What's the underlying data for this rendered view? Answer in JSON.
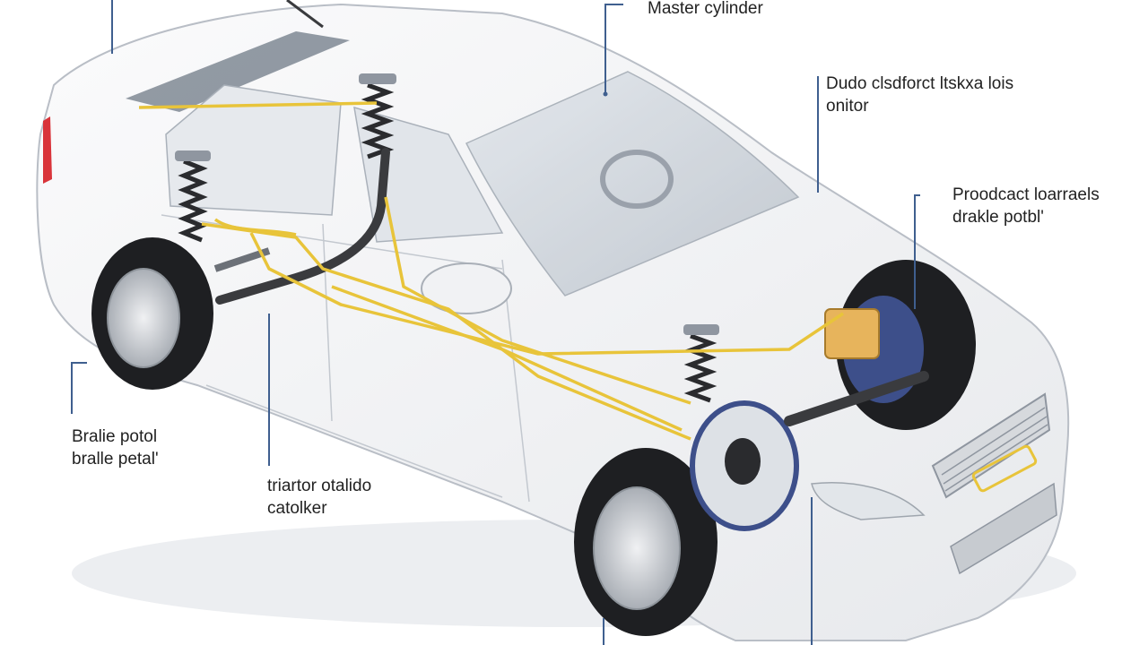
{
  "labels": {
    "master_cylinder": "Master cylinder",
    "top_right": [
      "Dudo clsdforct ltskxa lois",
      "onitor"
    ],
    "mid_right": [
      "Proodcact loarraels",
      "drakle potbl'"
    ],
    "left": [
      "Bralie potol",
      "bralle petal'"
    ],
    "center": [
      "triartor otalido",
      "catolker"
    ]
  },
  "colors": {
    "brake_line": "#e8c43a",
    "leader_line": "#3f5f8f",
    "body_shell": "#f4f5f7",
    "body_outline": "#b9bec6",
    "tire": "#1e1f22",
    "rim": "#c9cdd3",
    "spring": "#2a2b2e",
    "disc_blue": "#3d4f8a",
    "axle": "#3a3b3e",
    "reservoir": "#e7b45c",
    "taillight": "#d9343a"
  }
}
